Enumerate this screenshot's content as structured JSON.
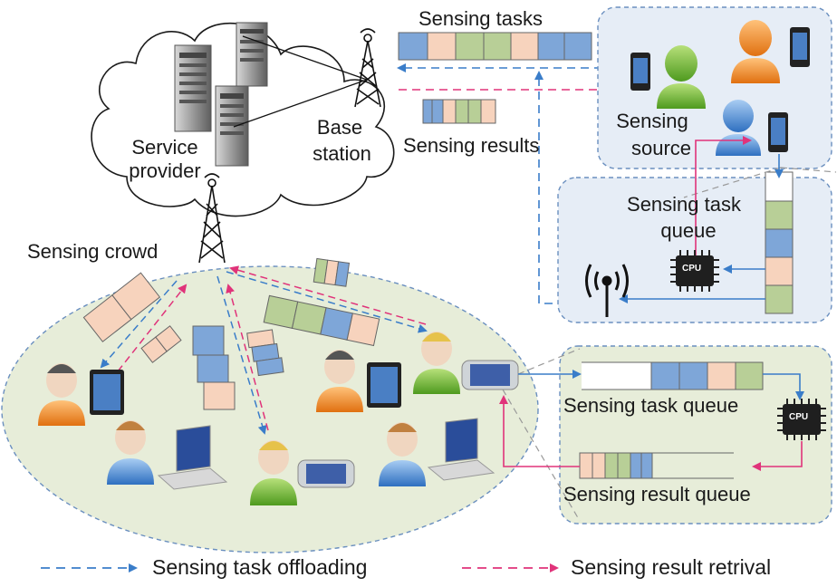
{
  "labels": {
    "sensing_tasks": "Sensing tasks",
    "sensing_results": "Sensing results",
    "service_provider_line1": "Service",
    "service_provider_line2": "provider",
    "base_station_line1": "Base",
    "base_station_line2": "station",
    "sensing_source_line1": "Sensing",
    "sensing_source_line2": "source",
    "sensing_task_queue_line1": "Sensing task",
    "sensing_task_queue_line2": "queue",
    "sensing_crowd": "Sensing crowd",
    "device_task_queue": "Sensing task queue",
    "device_result_queue": "Sensing result queue",
    "cpu": "CPU"
  },
  "legend": {
    "offloading": "Sensing task offloading",
    "retrieval": "Sensing result retrival"
  },
  "colors": {
    "task_offloading": "#3a7dc9",
    "result_retrieval": "#e0337a",
    "queue_blue": "#7ea6d8",
    "queue_peach": "#f7d3bd",
    "queue_green": "#b8cf97",
    "crowd_fill": "#e7edd9",
    "panel_blue": "#e6edf6",
    "panel_green": "#e7edd9"
  },
  "icons": [
    "cloud-icon",
    "server-icon",
    "tower-icon",
    "person-icon",
    "phone-icon",
    "tablet-icon",
    "laptop-icon",
    "cpu-icon",
    "antenna-icon"
  ]
}
